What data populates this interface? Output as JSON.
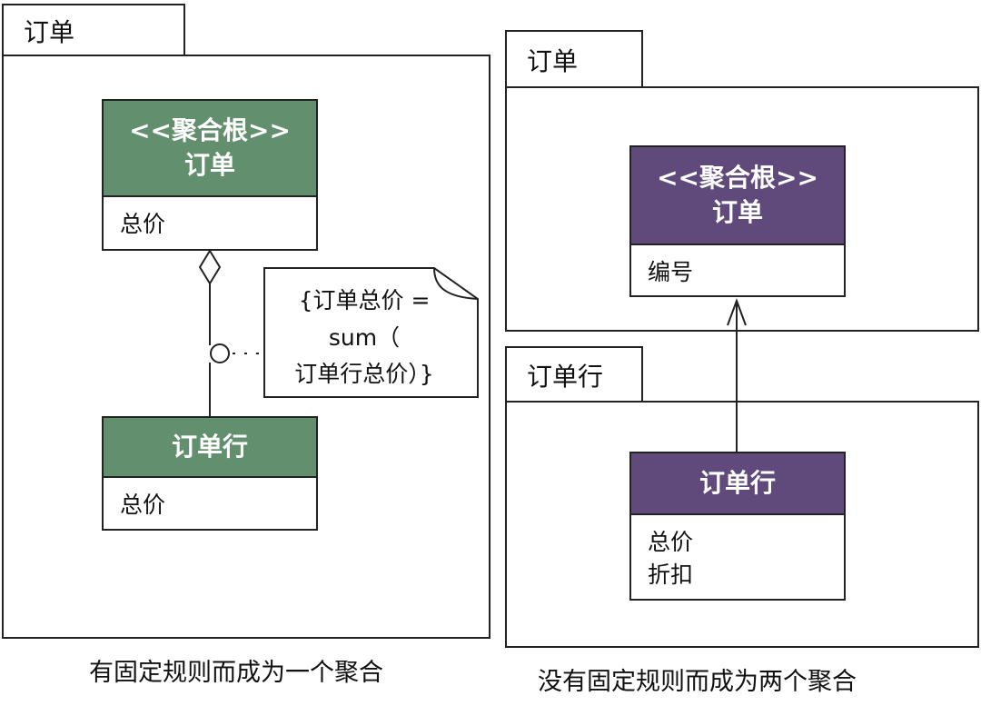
{
  "colors": {
    "green_header": "#628f6d",
    "purple_header": "#5f4a7b",
    "border": "#222222"
  },
  "left": {
    "package_title": "订单",
    "root_class": {
      "stereotype": "<<聚合根>>",
      "name": "订单",
      "attributes": [
        "总价"
      ]
    },
    "line_class": {
      "name": "订单行",
      "attributes": [
        "总价"
      ]
    },
    "note": {
      "lines": [
        "{订单总价 =",
        "sum（",
        "订单行总价）}"
      ]
    },
    "caption": "有固定规则而成为一个聚合"
  },
  "right": {
    "order_package_title": "订单",
    "line_package_title": "订单行",
    "root_class": {
      "stereotype": "<<聚合根>>",
      "name": "订单",
      "attributes": [
        "编号"
      ]
    },
    "line_class": {
      "name": "订单行",
      "attributes": [
        "总价",
        "折扣"
      ]
    },
    "caption": "没有固定规则而成为两个聚合"
  }
}
